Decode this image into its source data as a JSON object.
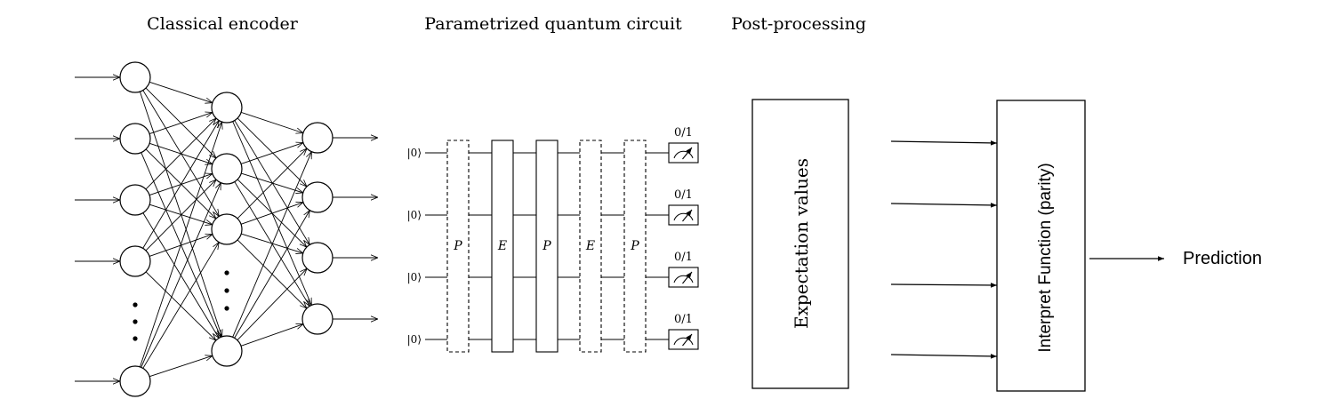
{
  "sections": {
    "encoder_title": "Classical encoder",
    "circuit_title": "Parametrized quantum circuit",
    "post_title": "Post-processing"
  },
  "circuit": {
    "ket_label": "|0⟩",
    "measure_label": "0/1",
    "gates": [
      "P",
      "E",
      "P",
      "E",
      "P"
    ],
    "gate_styles": [
      "dashed",
      "solid",
      "solid",
      "dashed",
      "dashed"
    ]
  },
  "expectation_box": {
    "label": "Expectation values"
  },
  "interpret_box": {
    "label": "Interpret Function (parity)"
  },
  "output": {
    "label": "Prediction"
  },
  "colors": {
    "stroke": "#000000",
    "background": "#ffffff"
  }
}
